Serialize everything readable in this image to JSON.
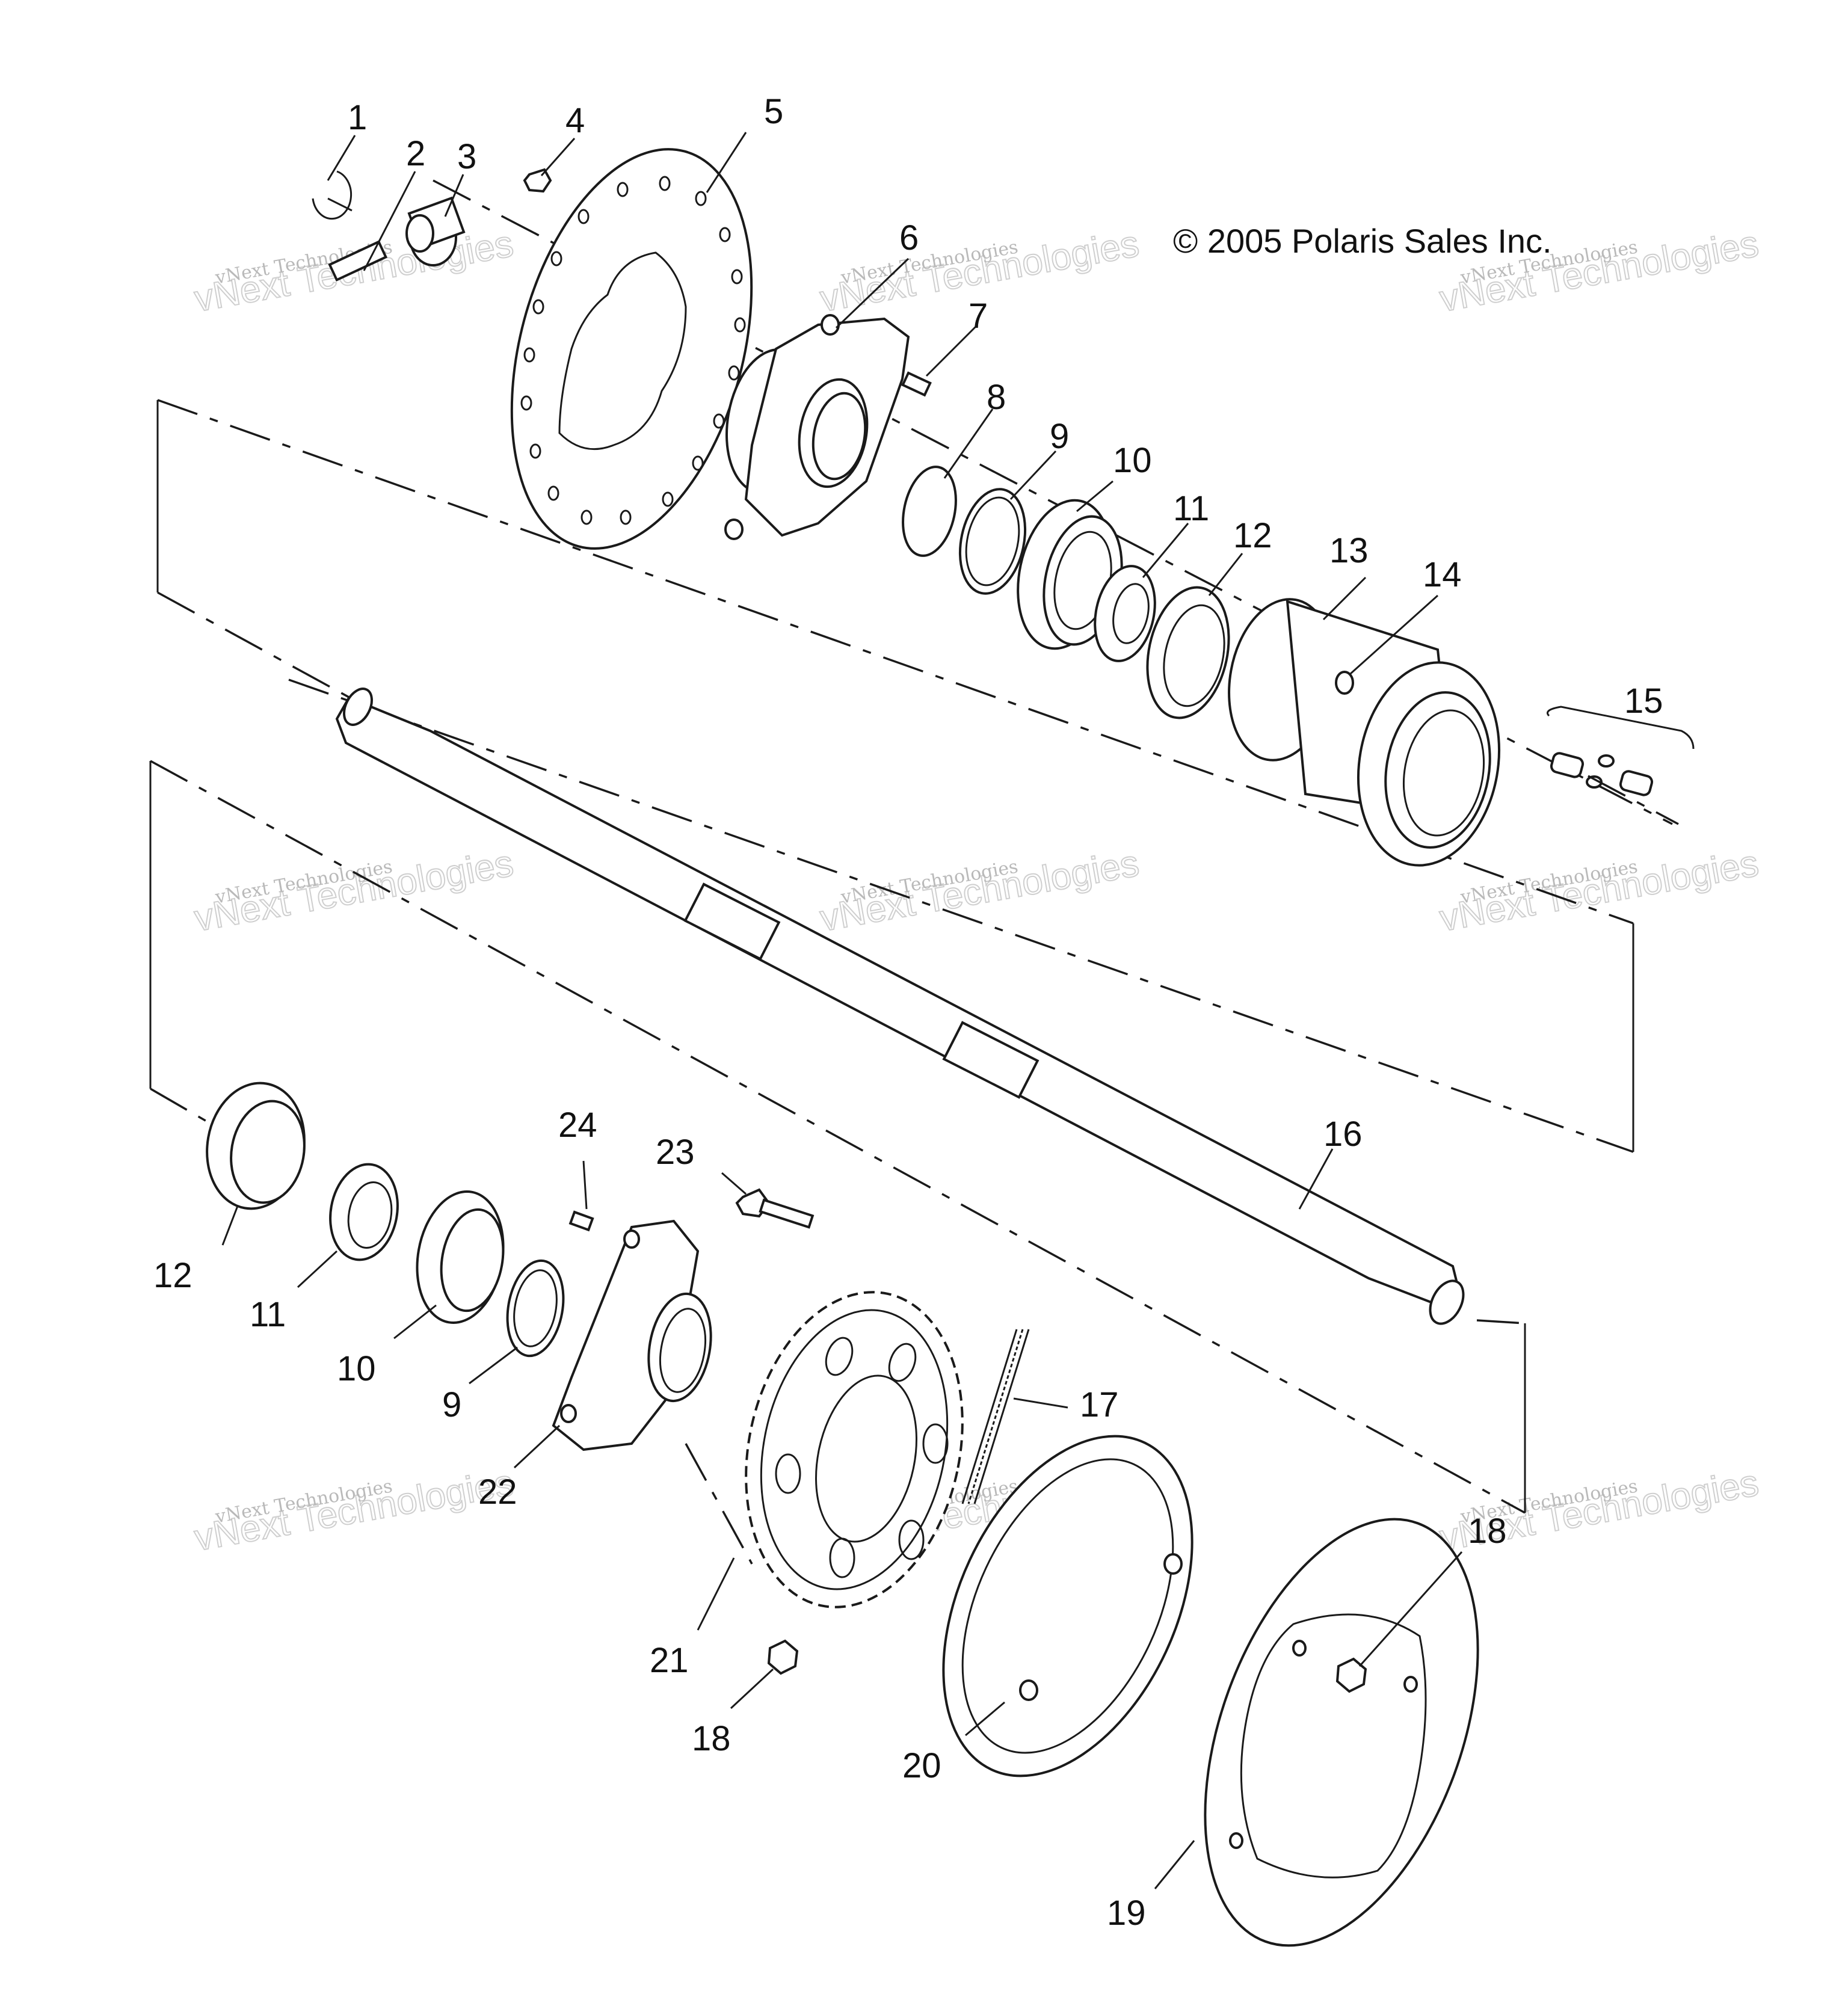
{
  "copyright": "© 2005 Polaris Sales Inc.",
  "watermark": {
    "line1": "vNext Technologies",
    "line2": "vNext Technologies"
  },
  "callouts": [
    {
      "id": "c1",
      "label": "1"
    },
    {
      "id": "c2",
      "label": "2"
    },
    {
      "id": "c3",
      "label": "3"
    },
    {
      "id": "c4",
      "label": "4"
    },
    {
      "id": "c5",
      "label": "5"
    },
    {
      "id": "c6",
      "label": "6"
    },
    {
      "id": "c7",
      "label": "7"
    },
    {
      "id": "c8",
      "label": "8"
    },
    {
      "id": "c9a",
      "label": "9"
    },
    {
      "id": "c10a",
      "label": "10"
    },
    {
      "id": "c11a",
      "label": "11"
    },
    {
      "id": "c12a",
      "label": "12"
    },
    {
      "id": "c13",
      "label": "13"
    },
    {
      "id": "c14",
      "label": "14"
    },
    {
      "id": "c15",
      "label": "15"
    },
    {
      "id": "c16",
      "label": "16"
    },
    {
      "id": "c17",
      "label": "17"
    },
    {
      "id": "c18a",
      "label": "18"
    },
    {
      "id": "c18b",
      "label": "18"
    },
    {
      "id": "c19",
      "label": "19"
    },
    {
      "id": "c20",
      "label": "20"
    },
    {
      "id": "c21",
      "label": "21"
    },
    {
      "id": "c22",
      "label": "22"
    },
    {
      "id": "c23",
      "label": "23"
    },
    {
      "id": "c24",
      "label": "24"
    },
    {
      "id": "c12b",
      "label": "12"
    },
    {
      "id": "c11b",
      "label": "11"
    },
    {
      "id": "c10b",
      "label": "10"
    },
    {
      "id": "c9b",
      "label": "9"
    }
  ]
}
